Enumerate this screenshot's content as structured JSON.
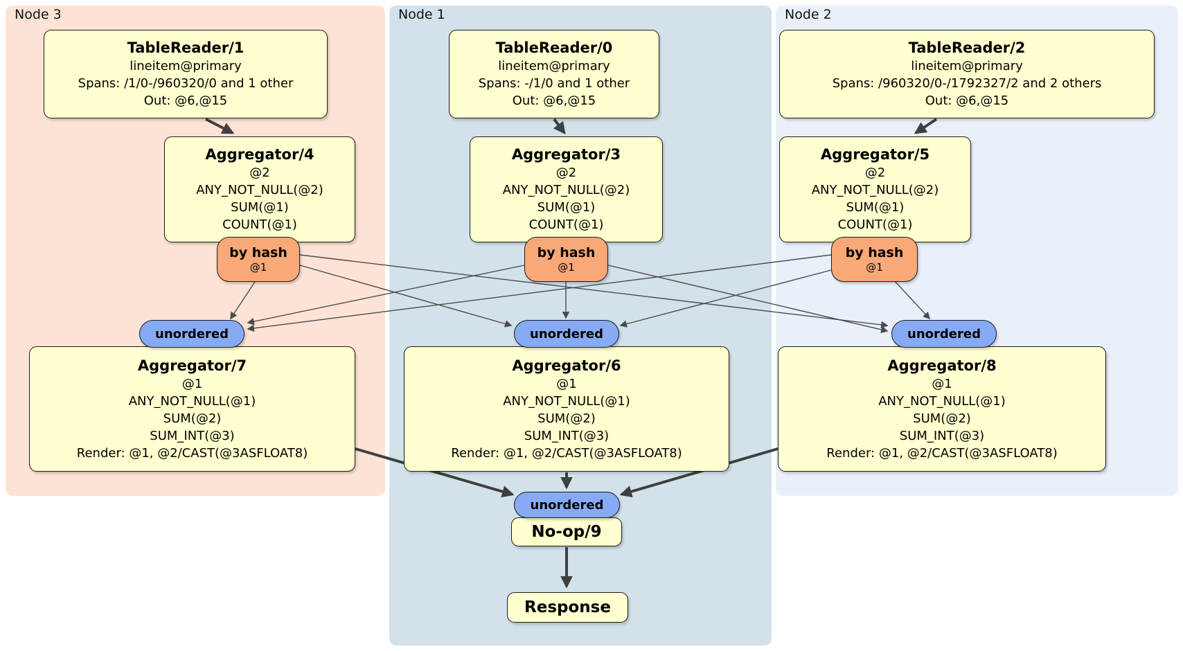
{
  "regions": {
    "node3": {
      "label": "Node 3"
    },
    "node1": {
      "label": "Node 1"
    },
    "node2": {
      "label": "Node 2"
    }
  },
  "nodes": {
    "tr1": {
      "title": "TableReader/1",
      "lines": [
        "lineitem@primary",
        "Spans: /1/0-/960320/0 and 1 other",
        "Out: @6,@15"
      ]
    },
    "tr0": {
      "title": "TableReader/0",
      "lines": [
        "lineitem@primary",
        "Spans: -/1/0 and 1 other",
        "Out: @6,@15"
      ]
    },
    "tr2": {
      "title": "TableReader/2",
      "lines": [
        "lineitem@primary",
        "Spans: /960320/0-/1792327/2 and 2 others",
        "Out: @6,@15"
      ]
    },
    "agg4": {
      "title": "Aggregator/4",
      "lines": [
        "@2",
        "ANY_NOT_NULL(@2)",
        "SUM(@1)",
        "COUNT(@1)"
      ]
    },
    "agg3": {
      "title": "Aggregator/3",
      "lines": [
        "@2",
        "ANY_NOT_NULL(@2)",
        "SUM(@1)",
        "COUNT(@1)"
      ]
    },
    "agg5": {
      "title": "Aggregator/5",
      "lines": [
        "@2",
        "ANY_NOT_NULL(@2)",
        "SUM(@1)",
        "COUNT(@1)"
      ]
    },
    "agg7": {
      "title": "Aggregator/7",
      "lines": [
        "@1",
        "ANY_NOT_NULL(@1)",
        "SUM(@2)",
        "SUM_INT(@3)",
        "Render: @1, @2/CAST(@3ASFLOAT8)"
      ]
    },
    "agg6": {
      "title": "Aggregator/6",
      "lines": [
        "@1",
        "ANY_NOT_NULL(@1)",
        "SUM(@2)",
        "SUM_INT(@3)",
        "Render: @1, @2/CAST(@3ASFLOAT8)"
      ]
    },
    "agg8": {
      "title": "Aggregator/8",
      "lines": [
        "@1",
        "ANY_NOT_NULL(@1)",
        "SUM(@2)",
        "SUM_INT(@3)",
        "Render: @1, @2/CAST(@3ASFLOAT8)"
      ]
    },
    "noop": {
      "title": "No-op/9"
    },
    "response": {
      "title": "Response"
    }
  },
  "routers": {
    "bh1": {
      "label": "by hash",
      "detail": "@1"
    },
    "bh2": {
      "label": "by hash",
      "detail": "@1"
    },
    "bh3": {
      "label": "by hash",
      "detail": "@1"
    }
  },
  "syncs": {
    "u1": {
      "label": "unordered"
    },
    "u2": {
      "label": "unordered"
    },
    "u3": {
      "label": "unordered"
    },
    "ub": {
      "label": "unordered"
    }
  },
  "colors": {
    "canvas-bg": "#ffffff",
    "node3-bg": "#fce3d5",
    "node1-bg": "#d3e1ea",
    "node2-bg": "#eaf0fa",
    "box-bg": "#ffffcf",
    "box-border": "#1a1a1a",
    "router-bg": "#f9a877",
    "sync-bg": "#86abf4",
    "edge": "#3f3f3f"
  }
}
